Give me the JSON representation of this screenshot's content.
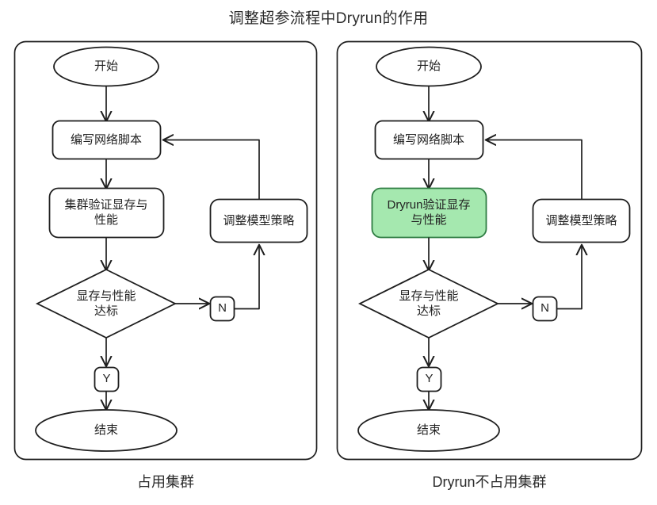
{
  "title": "调整超参流程中Dryrun的作用",
  "colors": {
    "stroke": "#1e1e1e",
    "panel_stroke": "#1e1e1e",
    "background": "#ffffff",
    "highlight_fill": "#a5e8af",
    "highlight_stroke": "#2f7d43",
    "text": "#232323"
  },
  "panels": [
    {
      "id": "left",
      "caption": "占用集群",
      "nodes": {
        "start": "开始",
        "write_script": "编写网络脚本",
        "validate": "集群验证显存与\n性能",
        "decision": "显存与性能\n达标",
        "branch_no": "N",
        "branch_yes": "Y",
        "adjust": "调整模型策略",
        "end": "结束"
      },
      "highlight_node": null
    },
    {
      "id": "right",
      "caption": "Dryrun不占用集群",
      "nodes": {
        "start": "开始",
        "write_script": "编写网络脚本",
        "validate": "Dryrun验证显存\n与性能",
        "decision": "显存与性能\n达标",
        "branch_no": "N",
        "branch_yes": "Y",
        "adjust": "调整模型策略",
        "end": "结束"
      },
      "highlight_node": "validate"
    }
  ]
}
